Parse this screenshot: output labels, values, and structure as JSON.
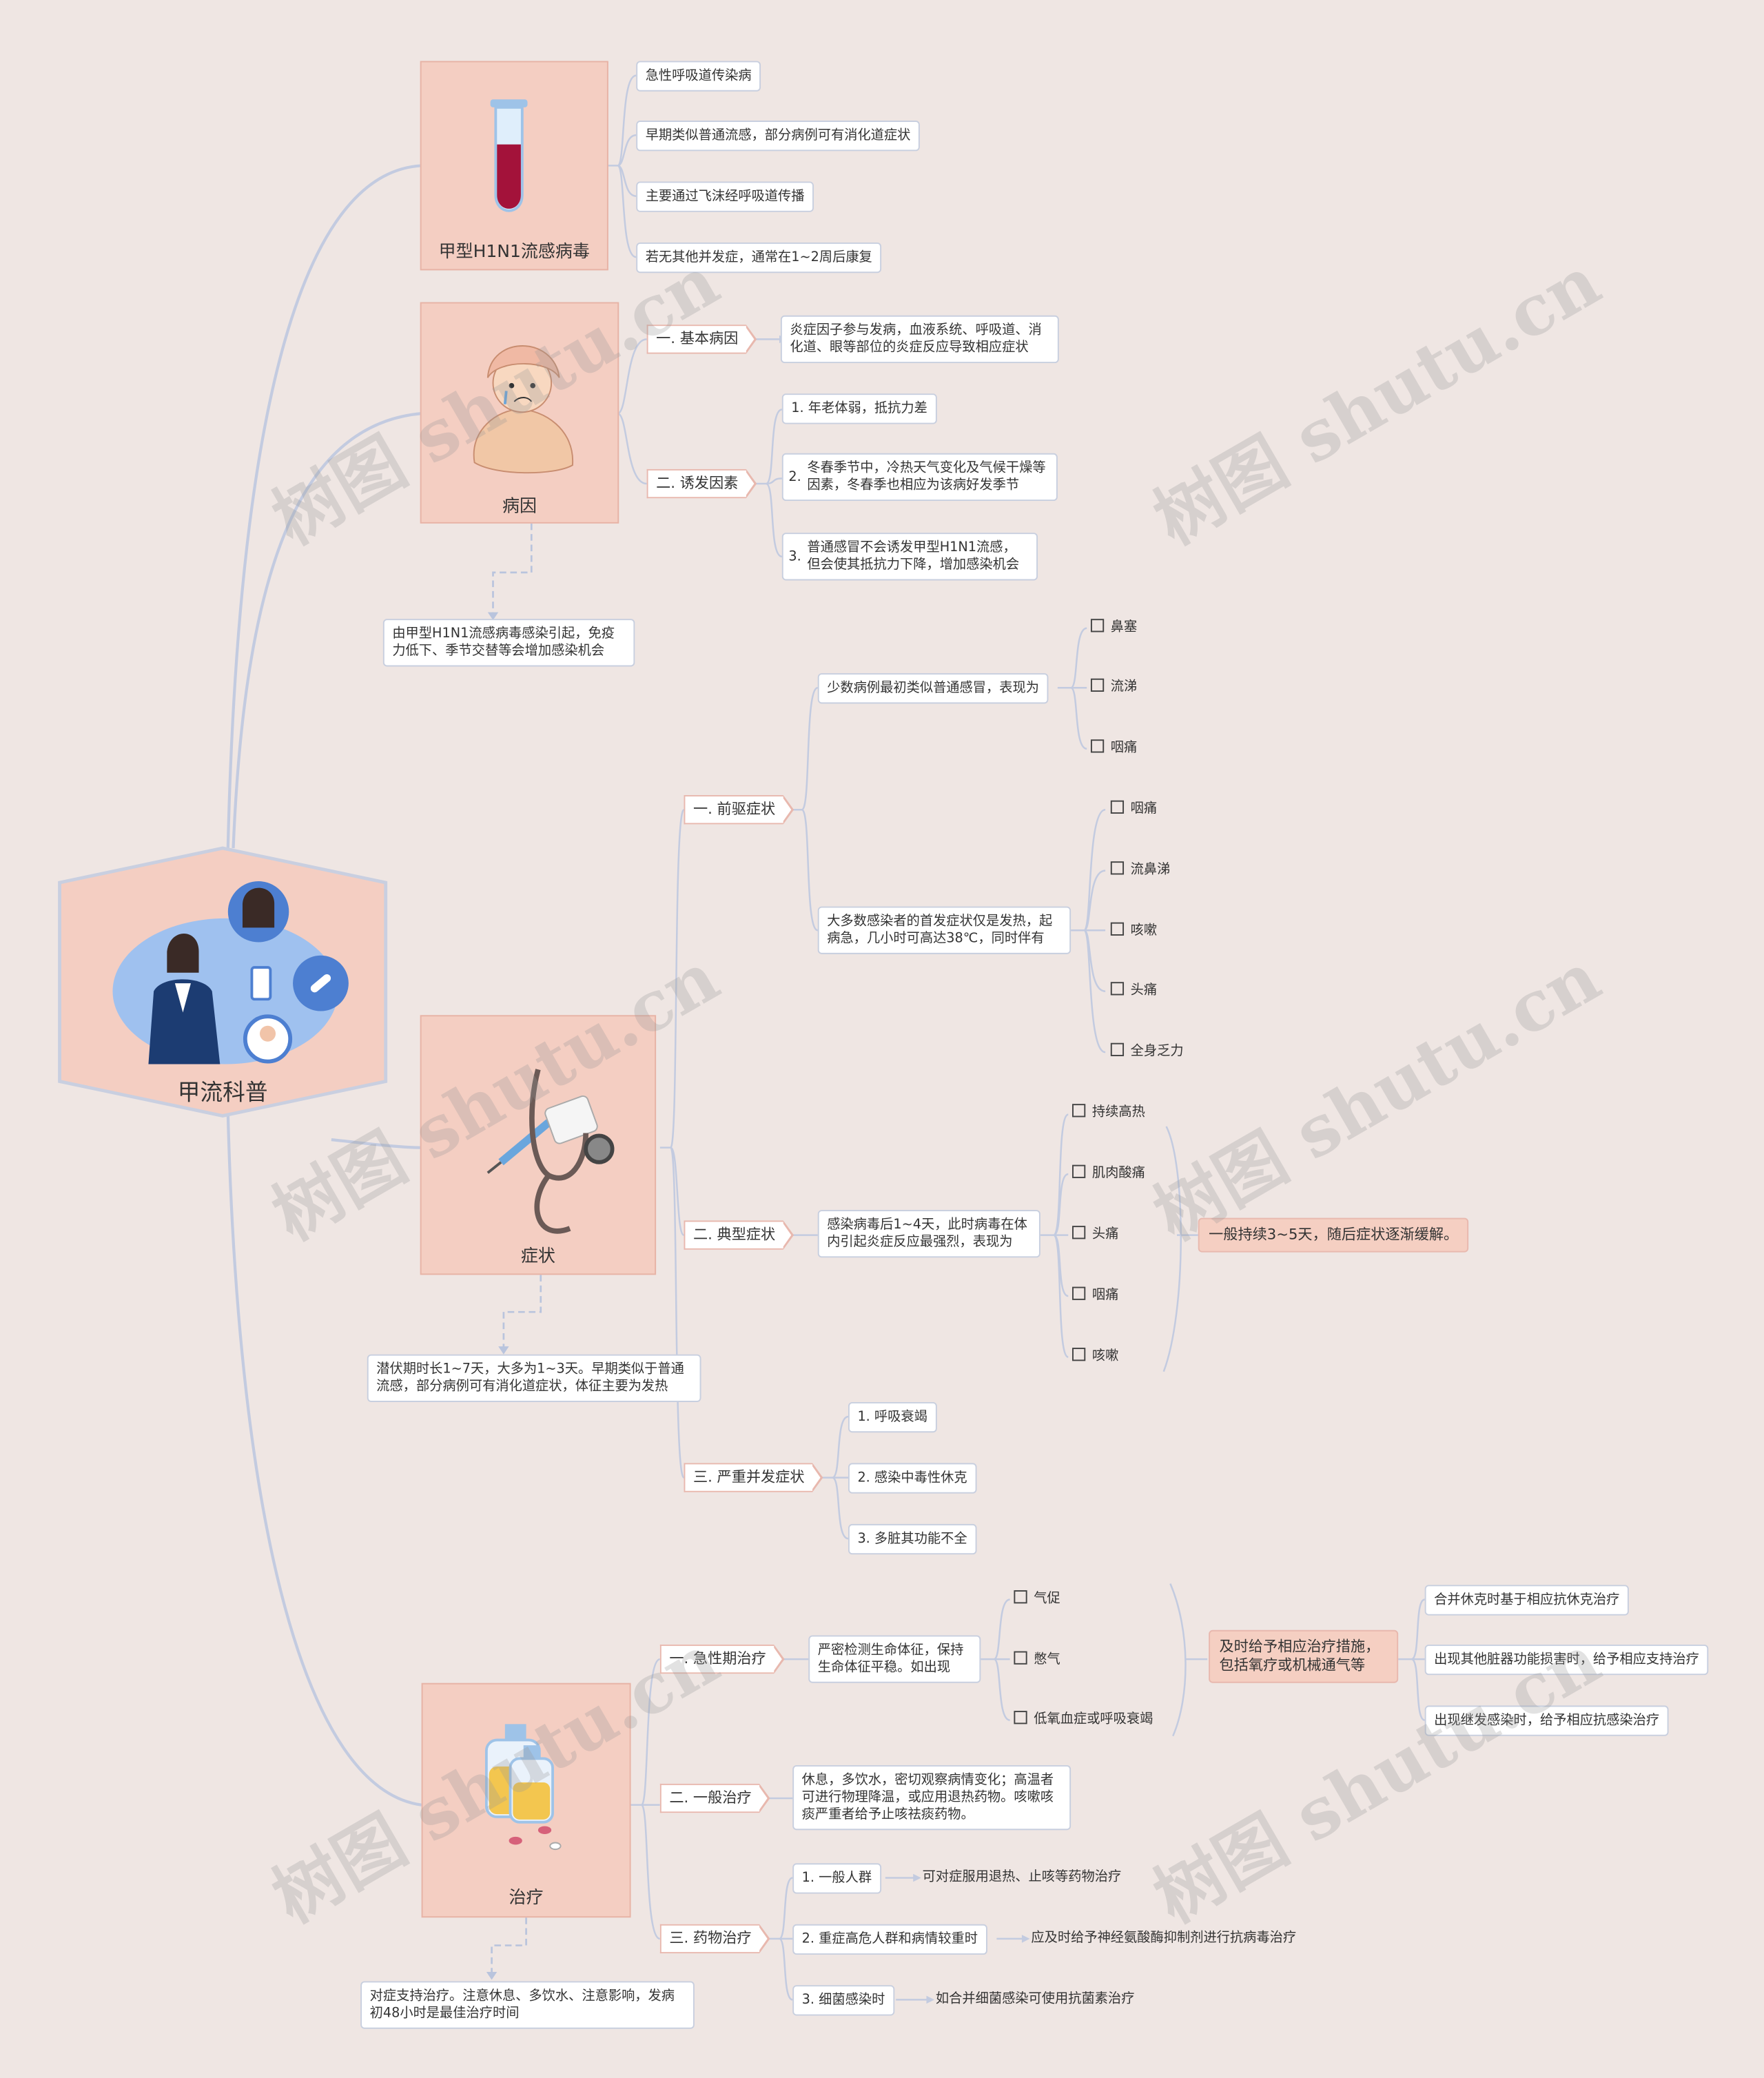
{
  "root": {
    "title": "甲流科普"
  },
  "virus": {
    "title": "甲型H1N1流感病毒",
    "items": [
      "急性呼吸道传染病",
      "早期类似普通流感，部分病例可有消化道症状",
      "主要通过飞沫经呼吸道传播",
      "若无其他并发症，通常在1~2周后康复"
    ]
  },
  "cause": {
    "title": "病因",
    "note": "由甲型H1N1流感病毒感染引起，免疫力低下、季节交替等会增加感染机会",
    "basic": {
      "label": "一. 基本病因",
      "text": "炎症因子参与发病，血液系统、呼吸道、消化道、眼等部位的炎症反应导致相应症状"
    },
    "trigger": {
      "label": "二. 诱发因素",
      "items": [
        {
          "num": "1.",
          "text": "年老体弱，抵抗力差"
        },
        {
          "num": "2.",
          "text": "冬春季节中，冷热天气变化及气候干燥等因素，冬春季也相应为该病好发季节"
        },
        {
          "num": "3.",
          "text": "普通感冒不会诱发甲型H1N1流感，但会使其抵抗力下降，增加感染机会"
        }
      ]
    }
  },
  "symptom": {
    "title": "症状",
    "note": "潜伏期时长1~7天，大多为1~3天。早期类似于普通流感，部分病例可有消化道症状，体征主要为发热",
    "prodromal": {
      "label": "一. 前驱症状",
      "minority": "少数病例最初类似普通感冒，表现为",
      "minority_items": [
        "鼻塞",
        "流涕",
        "咽痛"
      ],
      "majority": "大多数感染者的首发症状仅是发热，起病急，几小时可高达38℃，同时伴有",
      "majority_items": [
        "咽痛",
        "流鼻涕",
        "咳嗽",
        "头痛",
        "全身乏力"
      ]
    },
    "typical": {
      "label": "二. 典型症状",
      "text": "感染病毒后1~4天，此时病毒在体内引起炎症反应最强烈，表现为",
      "items": [
        "持续高热",
        "肌肉酸痛",
        "头痛",
        "咽痛",
        "咳嗽"
      ],
      "summary": "一般持续3~5天，随后症状逐渐缓解。"
    },
    "severe": {
      "label": "三. 严重并发症状",
      "items": [
        {
          "num": "1.",
          "text": "呼吸衰竭"
        },
        {
          "num": "2.",
          "text": "感染中毒性休克"
        },
        {
          "num": "3.",
          "text": "多脏其功能不全"
        }
      ]
    }
  },
  "treatment": {
    "title": "治疗",
    "note": "对症支持治疗。注意休息、多饮水、注意影响，发病初48小时是最佳治疗时间",
    "acute": {
      "label": "一. 急性期治疗",
      "text": "严密检测生命体征，保持生命体征平稳。如出现",
      "items": [
        "气促",
        "憋气",
        "低氧血症或呼吸衰竭"
      ],
      "action": "及时给予相应治疗措施，包括氧疗或机械通气等",
      "action_items": [
        "合并休克时基于相应抗休克治疗",
        "出现其他脏器功能损害时，给予相应支持治疗",
        "出现继发感染时，给予相应抗感染治疗"
      ]
    },
    "general": {
      "label": "二. 一般治疗",
      "text": "休息，多饮水，密切观察病情变化；高温者可进行物理降温，或应用退热药物。咳嗽咳痰严重者给予止咳祛痰药物。"
    },
    "drug": {
      "label": "三. 药物治疗",
      "items": [
        {
          "num": "1.",
          "label": "一般人群",
          "text": "可对症服用退热、止咳等药物治疗"
        },
        {
          "num": "2.",
          "label": "重症高危人群和病情较重时",
          "text": "应及时给予神经氨酸酶抑制剂进行抗病毒治疗"
        },
        {
          "num": "3.",
          "label": "细菌感染时",
          "text": "如合并细菌感染可使用抗菌素治疗"
        }
      ]
    }
  },
  "watermark": "树图 shutu.cn",
  "colors": {
    "background": "#efe6e3",
    "card": "#f4cec2",
    "line": "#c3cbe0",
    "accent": "#e8b8ae"
  }
}
